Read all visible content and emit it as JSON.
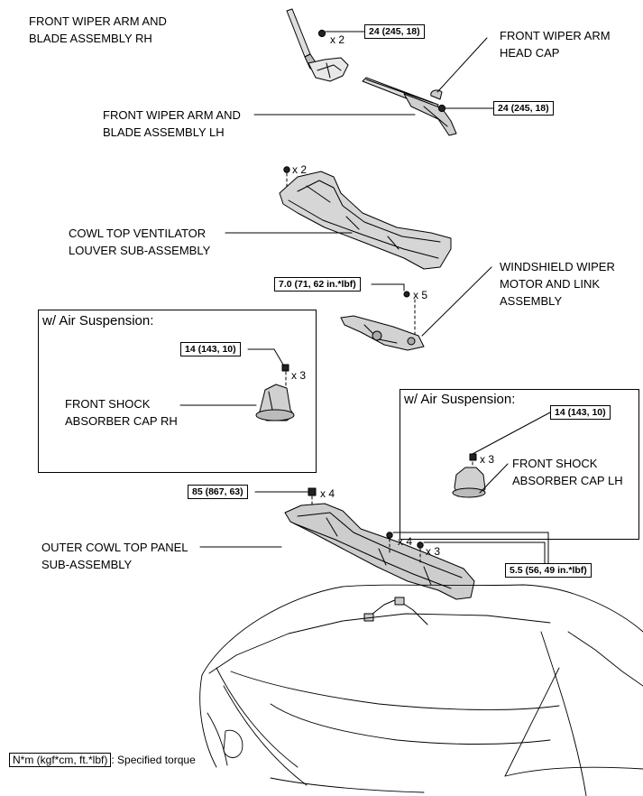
{
  "labels": {
    "wiper_rh": [
      "FRONT WIPER ARM AND",
      "BLADE ASSEMBLY RH"
    ],
    "head_cap": [
      "FRONT WIPER ARM",
      "HEAD CAP"
    ],
    "wiper_lh": [
      "FRONT WIPER ARM AND",
      "BLADE ASSEMBLY LH"
    ],
    "cowl_louver": [
      "COWL TOP VENTILATOR",
      "LOUVER SUB-ASSEMBLY"
    ],
    "wiper_motor": [
      "WINDSHIELD WIPER",
      "MOTOR AND LINK",
      "ASSEMBLY"
    ],
    "shock_rh": [
      "FRONT SHOCK",
      "ABSORBER CAP RH"
    ],
    "shock_lh": [
      "FRONT SHOCK",
      "ABSORBER CAP LH"
    ],
    "outer_cowl": [
      "OUTER COWL TOP PANEL",
      "SUB-ASSEMBLY"
    ]
  },
  "torques": {
    "wiper_rh": "24 (245, 18)",
    "wiper_lh": "24 (245, 18)",
    "wiper_motor": "7.0 (71, 62 in.*lbf)",
    "shock_rh": "14 (143, 10)",
    "shock_lh": "14 (143, 10)",
    "outer_cowl": "85 (867, 63)",
    "cowl_bolts": "5.5 (56, 49 in.*lbf)"
  },
  "quantities": {
    "wiper_rh_nut": "x 2",
    "louver_clip": "x 2",
    "motor_bolt": "x 5",
    "shock_rh_nut": "x 3",
    "shock_lh_nut": "x 3",
    "outer_cowl_nut": "x 4",
    "cowl_bolt_a": "x 4",
    "cowl_bolt_b": "x 3"
  },
  "boxes": {
    "rh": "w/ Air Suspension:",
    "lh": "w/ Air Suspension:"
  },
  "legend": {
    "key": "N*m (kgf*cm, ft.*lbf)",
    "desc": ": Specified torque"
  }
}
